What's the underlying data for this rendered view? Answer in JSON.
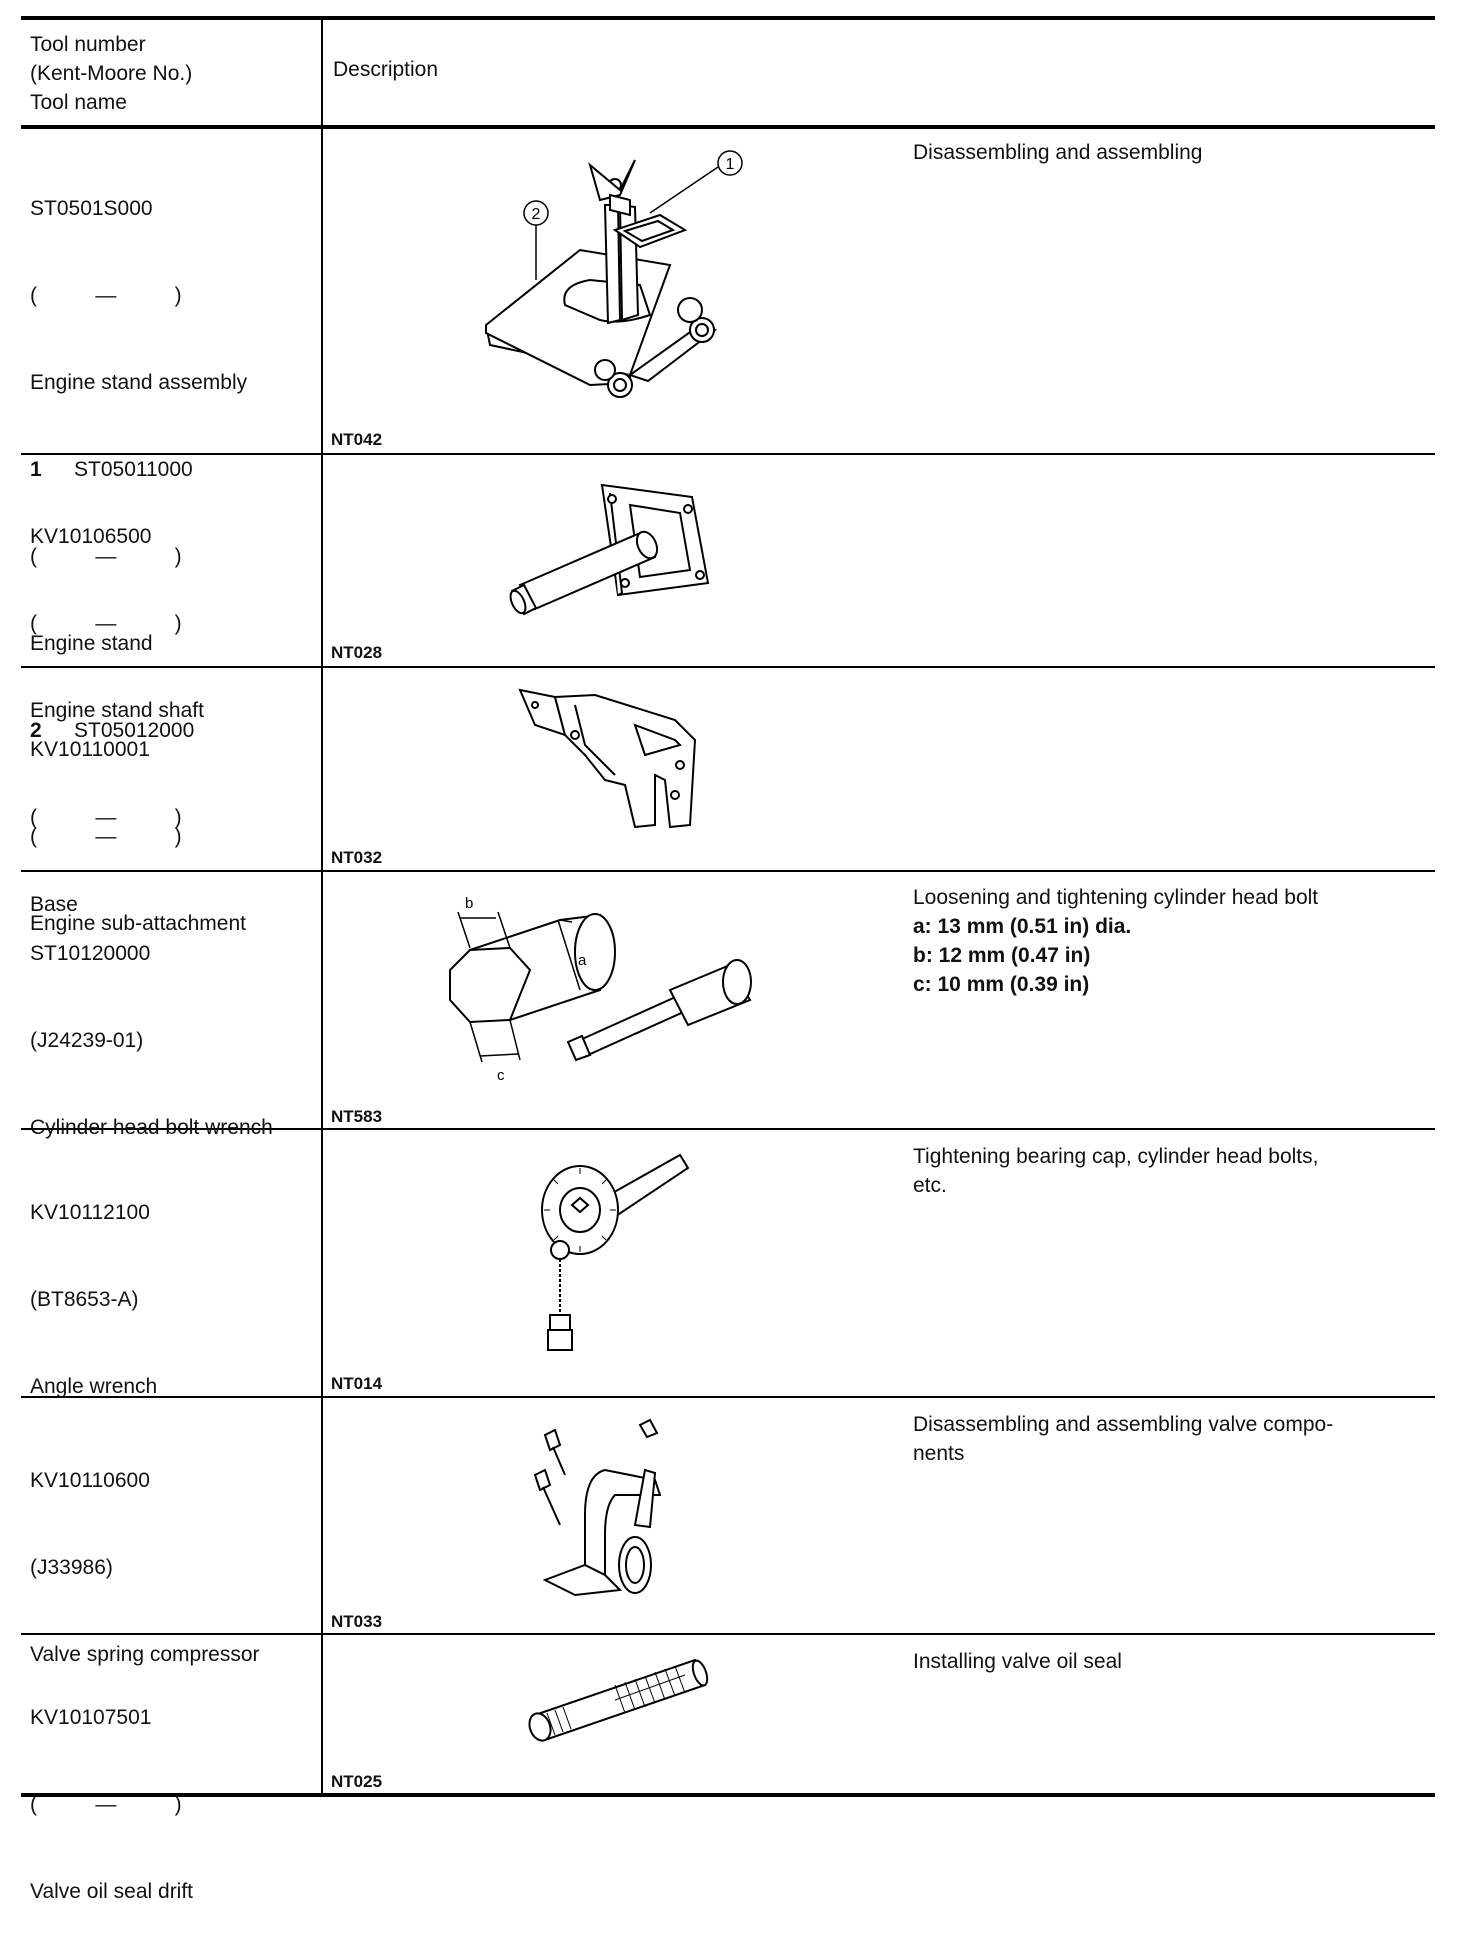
{
  "header": {
    "col1": [
      "Tool number",
      "(Kent-Moore No.)",
      "Tool name"
    ],
    "col2": "Description"
  },
  "rows": [
    {
      "lines": [
        "ST0501S000",
        "(          —          )",
        "Engine stand assembly",
        "ST05011000",
        "(          —          )",
        "Engine stand",
        "ST05012000",
        "(          —          )",
        "Base"
      ],
      "subnums": [
        "1",
        "2"
      ],
      "code": "NT042",
      "description": [
        "Disassembling and assembling"
      ],
      "callouts": [
        "1",
        "2"
      ]
    },
    {
      "lines": [
        "KV10106500",
        "(          —          )",
        "Engine stand shaft"
      ],
      "code": "NT028",
      "description": []
    },
    {
      "lines": [
        "KV10110001",
        "(          —          )",
        "Engine sub-attachment"
      ],
      "code": "NT032",
      "description": []
    },
    {
      "lines": [
        "ST10120000",
        "(J24239-01)",
        "Cylinder head bolt wrench"
      ],
      "code": "NT583",
      "description": [
        "Loosening and tightening cylinder head bolt"
      ],
      "bold": [
        "a: 13 mm (0.51 in) dia.",
        "b: 12 mm (0.47 in)",
        "c: 10 mm (0.39 in)"
      ],
      "dims": [
        "a",
        "b",
        "c"
      ]
    },
    {
      "lines": [
        "KV10112100",
        "(BT8653-A)",
        "Angle wrench"
      ],
      "code": "NT014",
      "description": [
        "Tightening bearing cap, cylinder head bolts,",
        "etc."
      ]
    },
    {
      "lines": [
        "KV10110600",
        "(J33986)",
        "Valve spring compressor"
      ],
      "code": "NT033",
      "description": [
        "Disassembling and assembling valve compo-",
        "nents"
      ]
    },
    {
      "lines": [
        "KV10107501",
        "(          —          )",
        "Valve oil seal drift"
      ],
      "code": "NT025",
      "description": [
        "Installing valve oil seal"
      ]
    }
  ]
}
